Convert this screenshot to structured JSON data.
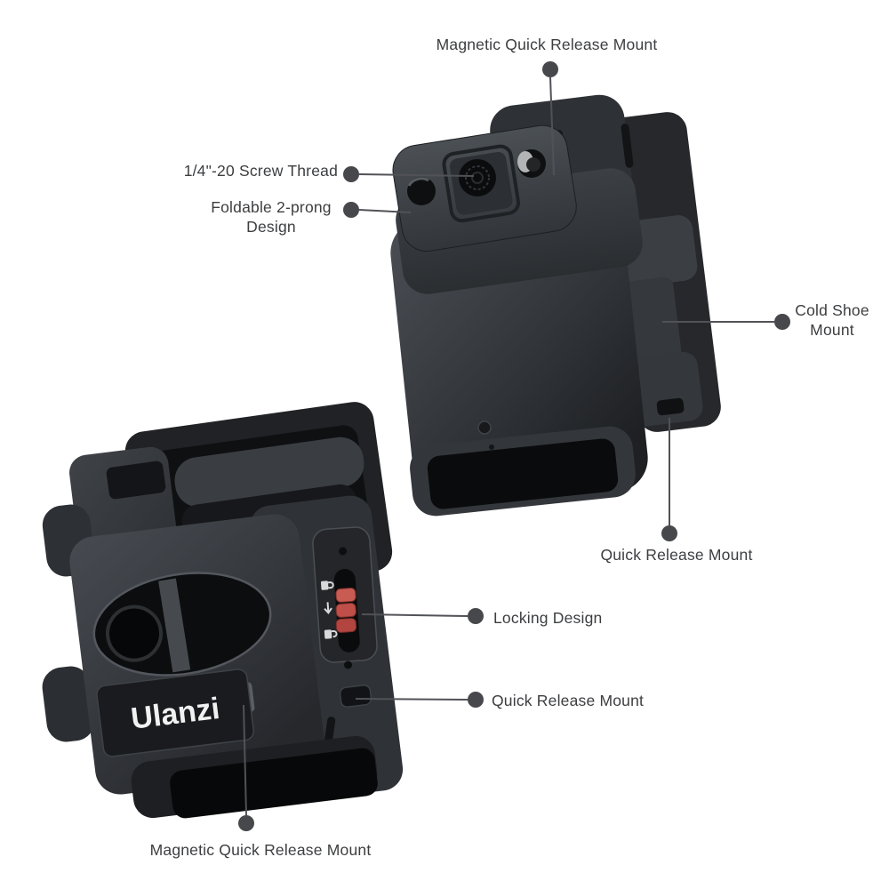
{
  "background": "#ffffff",
  "brand": {
    "logo": "Ulanzi"
  },
  "callouts": {
    "magnetic_qr_top": {
      "label": "Magnetic Quick Release Mount"
    },
    "screw_thread": {
      "label": "1/4\"-20 Screw Thread"
    },
    "foldable_prong": {
      "label": "Foldable 2-prong Design"
    },
    "cold_shoe": {
      "label": "Cold Shoe Mount"
    },
    "quick_release_right": {
      "label": "Quick Release Mount"
    },
    "locking_design": {
      "label": "Locking Design"
    },
    "quick_release_left": {
      "label": "Quick Release Mount"
    },
    "magnetic_qr_bottom": {
      "label": "Magnetic Quick Release Mount"
    }
  },
  "colors": {
    "label_text": "#3d3e40",
    "leader_line": "#515257",
    "leader_dot": "#47484b",
    "device_body_dark": "#232528",
    "device_body_light": "#4b4f55",
    "lock_slider_red": "#c05049",
    "logo_text": "#f1f1f1"
  }
}
